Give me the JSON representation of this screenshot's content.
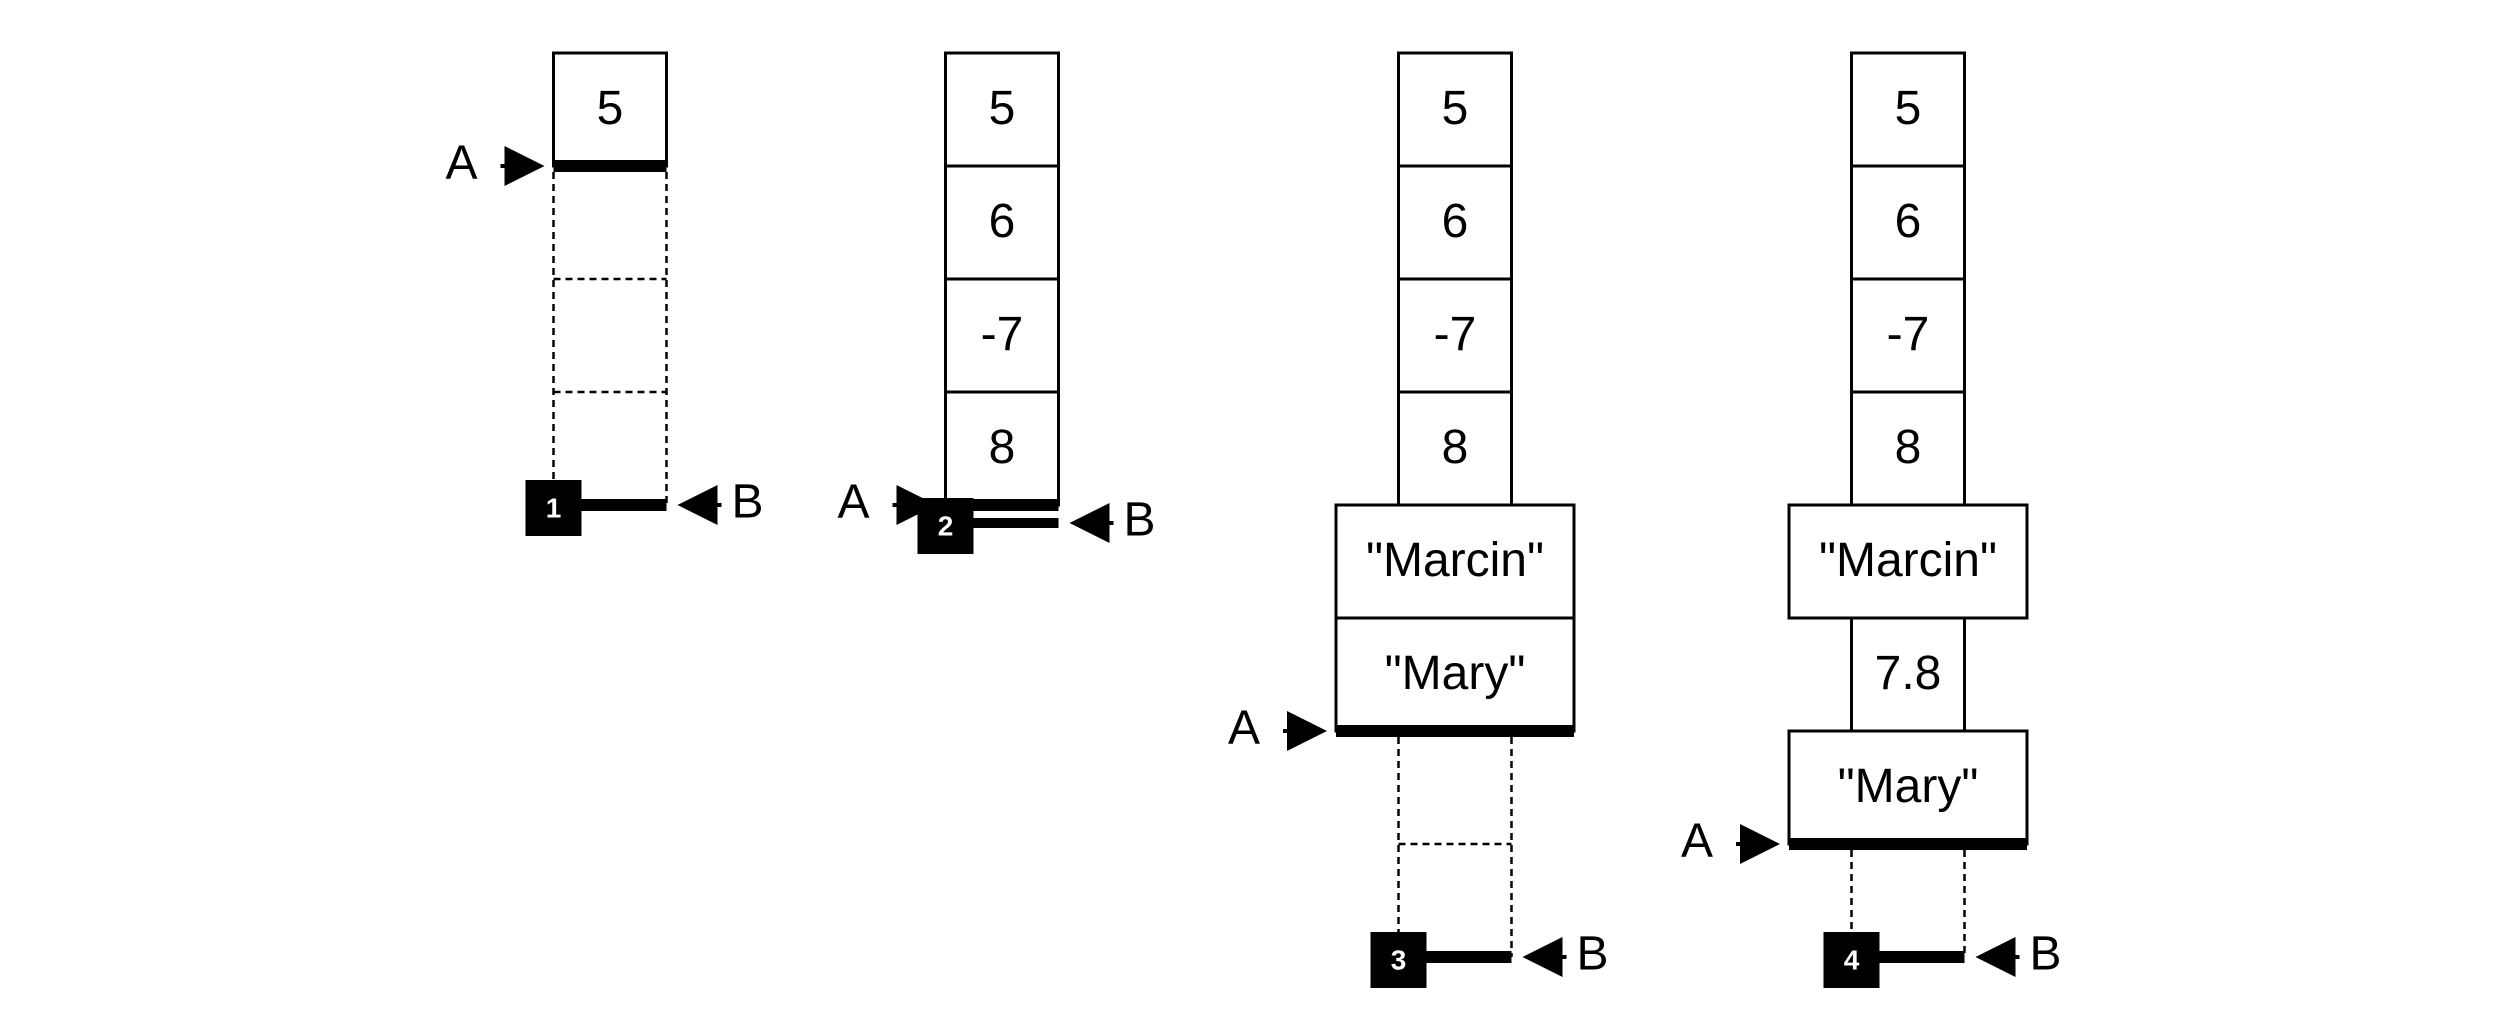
{
  "pointer_labels": {
    "a": "A",
    "b": "B"
  },
  "stacks": [
    {
      "badge": "1",
      "cells": [
        "5"
      ],
      "empty_slots": 3
    },
    {
      "badge": "2",
      "cells": [
        "5",
        "6",
        "-7",
        "8"
      ],
      "empty_slots": 0
    },
    {
      "badge": "3",
      "cells": [
        "5",
        "6",
        "-7",
        "8",
        "\"Marcin\"",
        "\"Mary\""
      ],
      "empty_slots": 2
    },
    {
      "badge": "4",
      "cells": [
        "5",
        "6",
        "-7",
        "8",
        "\"Marcin\"",
        "7.8",
        "\"Mary\""
      ],
      "empty_slots": 1
    }
  ]
}
